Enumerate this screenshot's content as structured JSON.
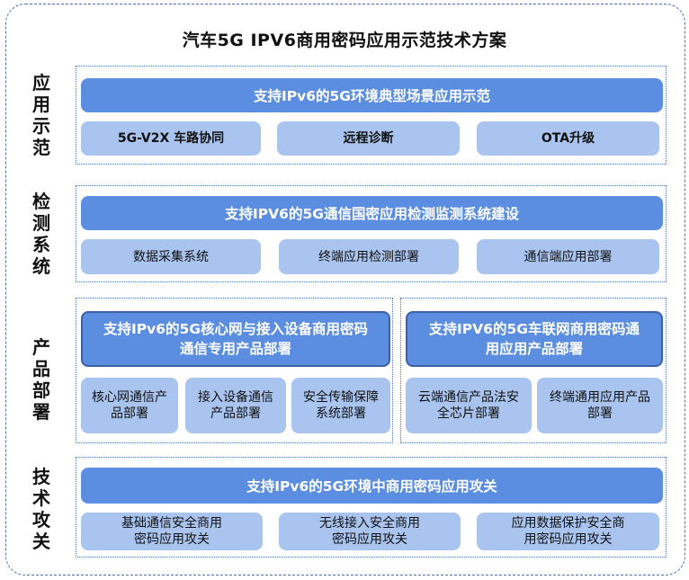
{
  "title": "汽车5G IPV6商用密码应用示范技术方案",
  "sections": [
    {
      "label": "应用示范",
      "header": "支持IPv6的5G环境典型场景应用示范",
      "items": [
        "5G-V2X 车路协同",
        "远程诊断",
        "OTA升级"
      ]
    },
    {
      "label": "检测系统",
      "header": "支持IPV6的5G通信国密应用检测监测系统建设",
      "items": [
        "数据采集系统",
        "终端应用检测部署",
        "通信端应用部署"
      ]
    },
    {
      "label": "产品部署",
      "left": {
        "header": "支持IPv6的5G核心网与接入设备商用密码通信专用产品部署",
        "items": [
          "核心网通信产品部署",
          "接入设备通信产品部署",
          "安全传输保障系统部署"
        ]
      },
      "right": {
        "header": "支持IPV6的5G车联网商用密码通用应用产品部署",
        "items": [
          "云端通信产品法安全芯片部署",
          "终端通用应用产品部署"
        ]
      }
    },
    {
      "label": "技术攻关",
      "header": "支持IPv6的5G环境中商用密码应用攻关",
      "items": [
        "基础通信安全商用密码应用攻关",
        "无线接入安全商用密码应用攻关",
        "应用数据保护安全商用密码应用攻关"
      ]
    }
  ]
}
